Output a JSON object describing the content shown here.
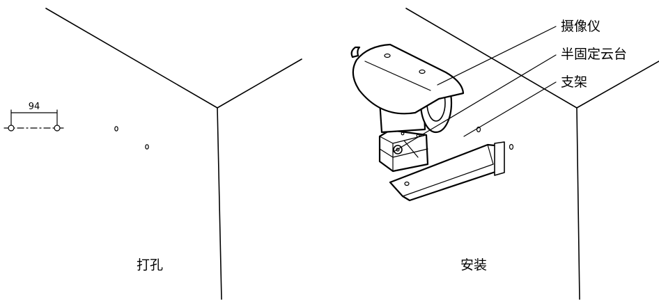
{
  "left_panel": {
    "dimension_value": "94",
    "caption": "打孔"
  },
  "right_panel": {
    "caption": "安装",
    "callouts": [
      {
        "label": "摄像仪"
      },
      {
        "label": "半固定云台"
      },
      {
        "label": "支架"
      }
    ]
  }
}
